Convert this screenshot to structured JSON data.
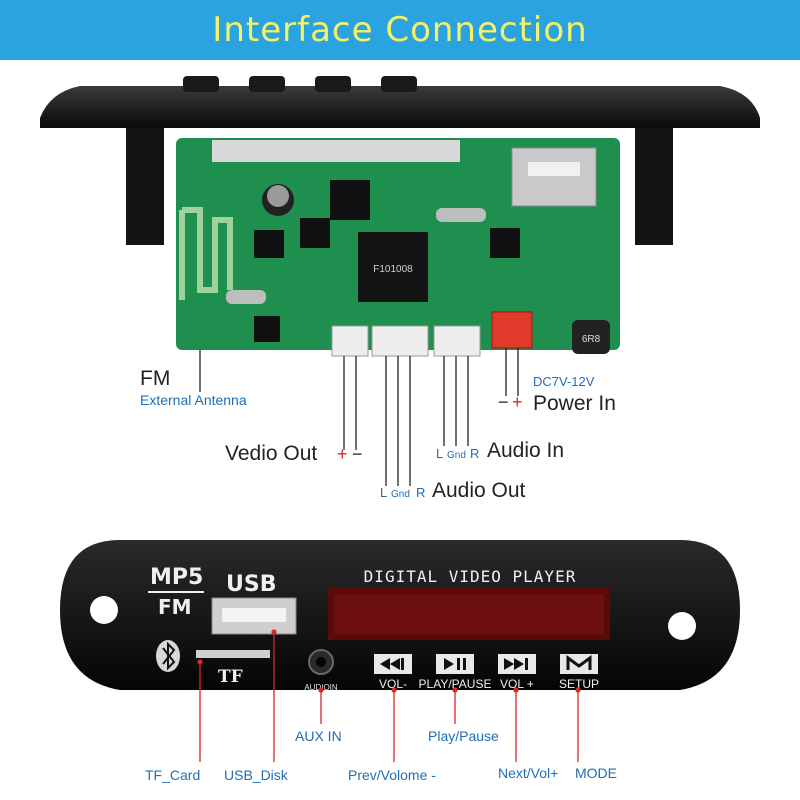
{
  "header": {
    "title": "Interface  Connection"
  },
  "top_board": {
    "chip_label": "F101008",
    "inductor_label": "6R8",
    "labels": {
      "fm": "FM",
      "fm_sub": "External Antenna",
      "power_spec": "DC7V-12V",
      "power_polarity_minus": "−",
      "power_polarity_plus": "+",
      "power_in": "Power In",
      "video_out": "Vedio Out",
      "video_plus": "+",
      "video_minus": "−",
      "audio_in": "Audio In",
      "audio_in_l": "L",
      "audio_in_gnd": "Gnd",
      "audio_in_r": "R",
      "audio_out": "Audio Out",
      "audio_out_l": "L",
      "audio_out_gnd": "Gnd",
      "audio_out_r": "R"
    }
  },
  "front_panel": {
    "logo_mp5": "MP5",
    "logo_fm": "FM",
    "usb": "USB",
    "tf": "TF",
    "display_title": "DIGITAL VIDEO PLAYER",
    "audio_in_small": "AUDIOIN",
    "buttons": [
      {
        "key": "prev",
        "label": "VOL-"
      },
      {
        "key": "play",
        "label": "PLAY/PAUSE"
      },
      {
        "key": "next",
        "label": "VOL +"
      },
      {
        "key": "mode",
        "label": "SETUP"
      }
    ],
    "callouts": {
      "tf_card": "TF_Card",
      "usb_disk": "USB_Disk",
      "aux_in": "AUX IN",
      "prev": "Prev/Volome -",
      "play": "Play/Pause",
      "next": "Next/Vol+",
      "mode": "MODE"
    }
  },
  "colors": {
    "banner": "#2aa3e0",
    "banner_text": "#f2f36a",
    "pcb": "#1f8f4f",
    "callout": "#1f6fb5",
    "pointer": "#d62a2a"
  }
}
